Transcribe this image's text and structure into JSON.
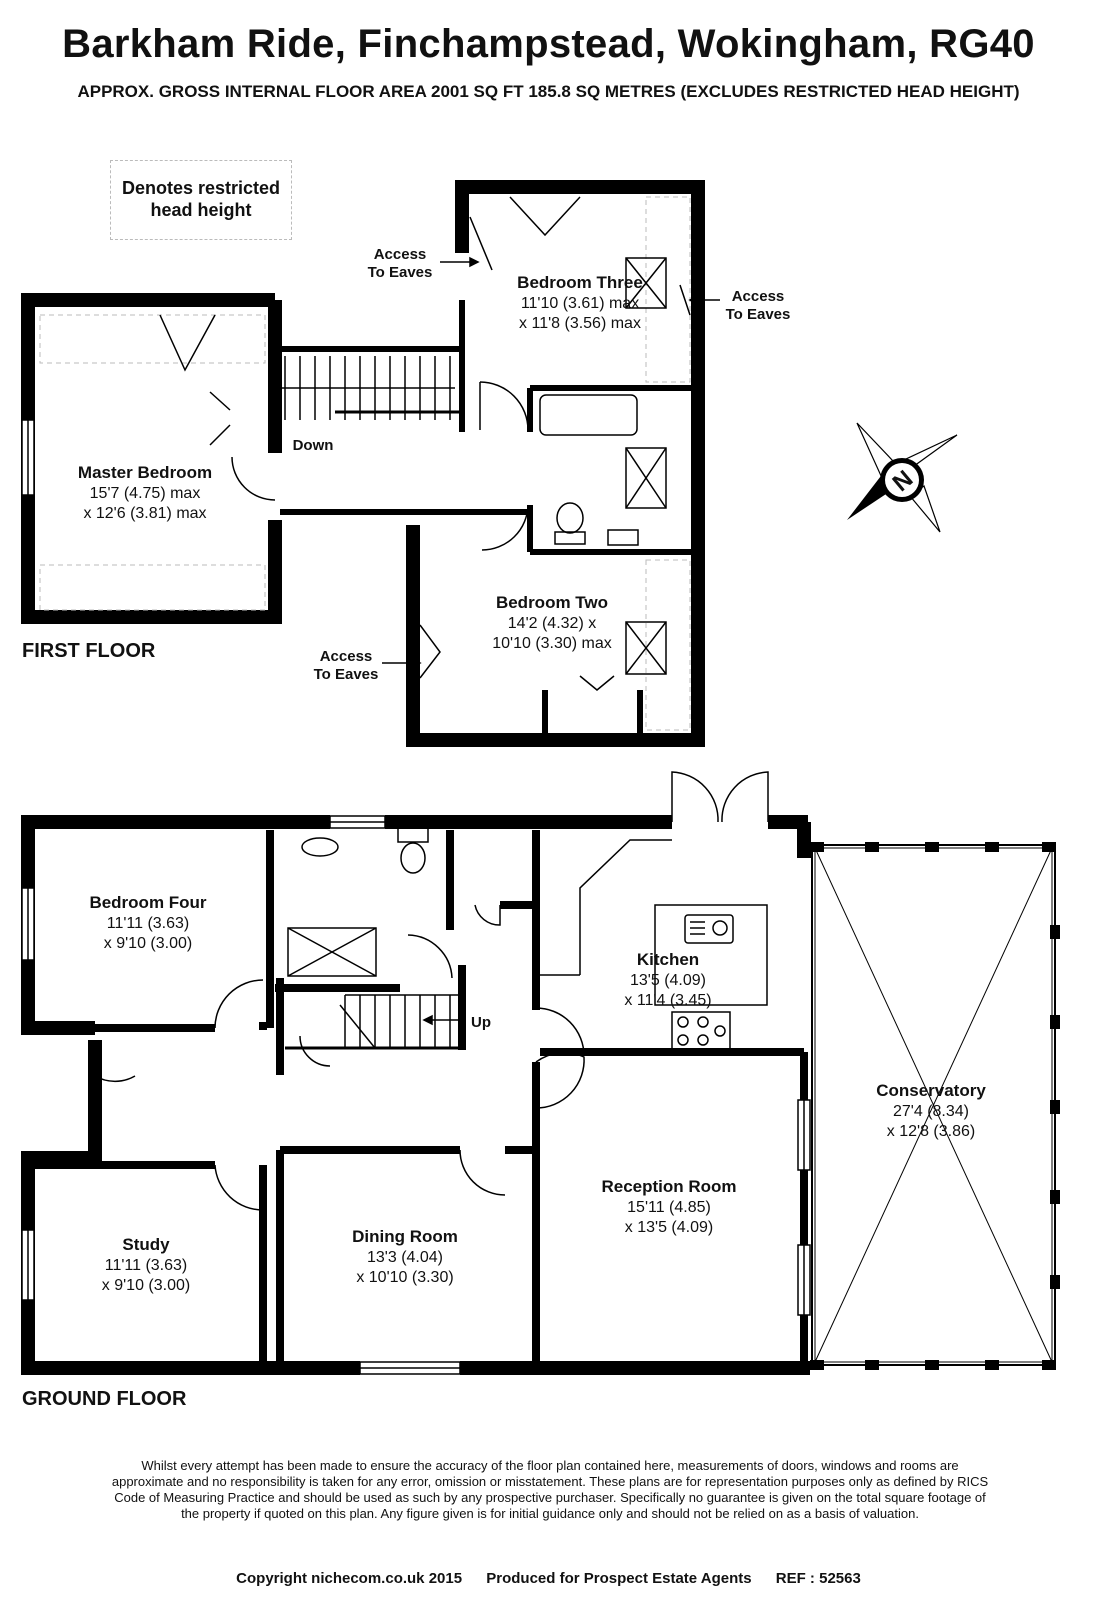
{
  "header": {
    "title": "Barkham Ride, Finchampstead, Wokingham, RG40",
    "subtitle": "APPROX. GROSS INTERNAL FLOOR AREA 2001 SQ FT 185.8 SQ METRES (EXCLUDES RESTRICTED HEAD HEIGHT)"
  },
  "legend": {
    "line1": "Denotes restricted",
    "line2": "head height"
  },
  "first_floor": {
    "label": "FIRST FLOOR",
    "rooms": {
      "bedroom_three": {
        "name": "Bedroom Three",
        "dim1": "11'10 (3.61) max",
        "dim2": "x 11'8 (3.56) max"
      },
      "master_bedroom": {
        "name": "Master Bedroom",
        "dim1": "15'7 (4.75) max",
        "dim2": "x 12'6 (3.81) max"
      },
      "bedroom_two": {
        "name": "Bedroom Two",
        "dim1": "14'2 (4.32) x",
        "dim2": "10'10 (3.30) max"
      }
    },
    "annotations": {
      "eaves_a1": "Access",
      "eaves_a2": "To Eaves",
      "eaves_b1": "Access",
      "eaves_b2": "To Eaves",
      "eaves_c1": "Access",
      "eaves_c2": "To Eaves",
      "down": "Down"
    }
  },
  "ground_floor": {
    "label": "GROUND FLOOR",
    "rooms": {
      "bedroom_four": {
        "name": "Bedroom Four",
        "dim1": "11'11 (3.63)",
        "dim2": "x 9'10 (3.00)"
      },
      "kitchen": {
        "name": "Kitchen",
        "dim1": "13'5 (4.09)",
        "dim2": "x 11'4 (3.45)"
      },
      "conservatory": {
        "name": "Conservatory",
        "dim1": "27'4 (8.34)",
        "dim2": "x 12'8 (3.86)"
      },
      "reception": {
        "name": "Reception Room",
        "dim1": "15'11 (4.85)",
        "dim2": "x 13'5 (4.09)"
      },
      "study": {
        "name": "Study",
        "dim1": "11'11 (3.63)",
        "dim2": "x 9'10 (3.00)"
      },
      "dining": {
        "name": "Dining Room",
        "dim1": "13'3 (4.04)",
        "dim2": "x 10'10 (3.30)"
      }
    },
    "annotations": {
      "up": "Up"
    }
  },
  "compass": {
    "letter": "N"
  },
  "disclaimer": "Whilst every attempt has been made to ensure the accuracy of the floor plan contained here, measurements of doors, windows and rooms are approximate and no responsibility is taken for any error, omission or misstatement. These plans are for representation purposes only as defined by RICS Code of Measuring Practice and should be used as such by any prospective purchaser. Specifically no guarantee is given on the total square footage of the property if quoted on this plan. Any figure given is for initial guidance only and should not be relied on as a basis of valuation.",
  "footer": {
    "copyright": "Copyright nichecom.co.uk 2015",
    "produced": "Produced for Prospect Estate Agents",
    "ref": "REF : 52563"
  }
}
